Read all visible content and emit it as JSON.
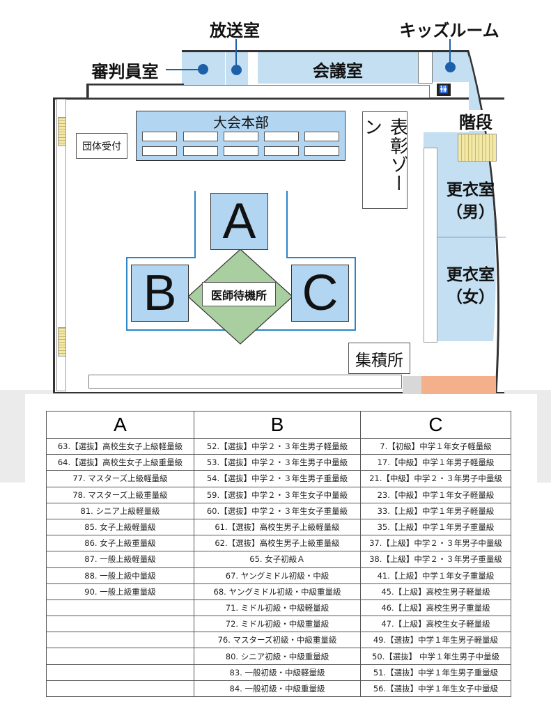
{
  "map": {
    "rooms": {
      "referee": "審判員室",
      "broadcast": "放送室",
      "meeting": "会議室",
      "kids": "キッズルーム",
      "stairs": "階段",
      "hq": "大会本部",
      "reception": "団体受付",
      "award": "表彰ゾーン",
      "locker_men": "更衣室\n（男）",
      "locker_women": "更衣室\n（女）",
      "collection": "集積所",
      "doctor": "医師待機所"
    },
    "courts": {
      "a": "A",
      "b": "B",
      "c": "C"
    },
    "icons": {
      "toilet": "restroom-icon"
    },
    "colors": {
      "room": "#c3dff1",
      "court": "#b2d6f2",
      "doctor": "#a9cfa0",
      "dot": "#1e5faa",
      "accent": "#f4b08a"
    }
  },
  "schedule": {
    "headers": [
      "A",
      "B",
      "C"
    ],
    "rows": [
      [
        "63.【選抜】高校生女子上級軽量級",
        "52.【選抜】中学２・３年生男子軽量級",
        "7.【初級】中学１年女子軽量級"
      ],
      [
        "64.【選抜】高校生女子上級重量級",
        "53.【選抜】中学２・３年生男子中量級",
        "17.【中級】中学１年男子軽量級"
      ],
      [
        "77. マスターズ上級軽量級",
        "54.【選抜】中学２・３年生男子重量級",
        "21.【中級】中学２・３年男子中量級"
      ],
      [
        "78. マスターズ上級重量級",
        "59.【選抜】中学２・３年生女子中量級",
        "23.【中級】中学１年女子軽量級"
      ],
      [
        "81. シニア上級軽量級",
        "60.【選抜】中学２・３年生女子重量級",
        "33.【上級】中学１年男子軽量級"
      ],
      [
        "85. 女子上級軽量級",
        "61.【選抜】高校生男子上級軽量級",
        "35.【上級】中学１年男子重量級"
      ],
      [
        "86. 女子上級重量級",
        "62.【選抜】高校生男子上級重量級",
        "37.【上級】中学２・３年男子中量級"
      ],
      [
        "87. 一般上級軽量級",
        "65. 女子初級Ａ",
        "38.【上級】中学２・３年男子重量級"
      ],
      [
        "88. 一般上級中量級",
        "67. ヤングミドル初級・中級",
        "41.【上級】中学１年女子重量級"
      ],
      [
        "90. 一般上級重量級",
        "68. ヤングミドル初級・中級重量級",
        "45.【上級】高校生男子軽量級"
      ],
      [
        "",
        "71. ミドル初級・中級軽量級",
        "46.【上級】高校生男子重量級"
      ],
      [
        "",
        "72. ミドル初級・中級重量級",
        "47.【上級】高校生女子軽量級"
      ],
      [
        "",
        "76. マスターズ初級・中級重量級",
        "49.【選抜】中学１年生男子軽量級"
      ],
      [
        "",
        "80. シニア初級・中級重量級",
        "50.【選抜】 中学１年生男子中量級"
      ],
      [
        "",
        "83. 一般初級・中級軽量級",
        "51.【選抜】中学１年生男子重量級"
      ],
      [
        "",
        "84. 一般初級・中級重量級",
        "56.【選抜】中学１年生女子中量級"
      ]
    ]
  }
}
